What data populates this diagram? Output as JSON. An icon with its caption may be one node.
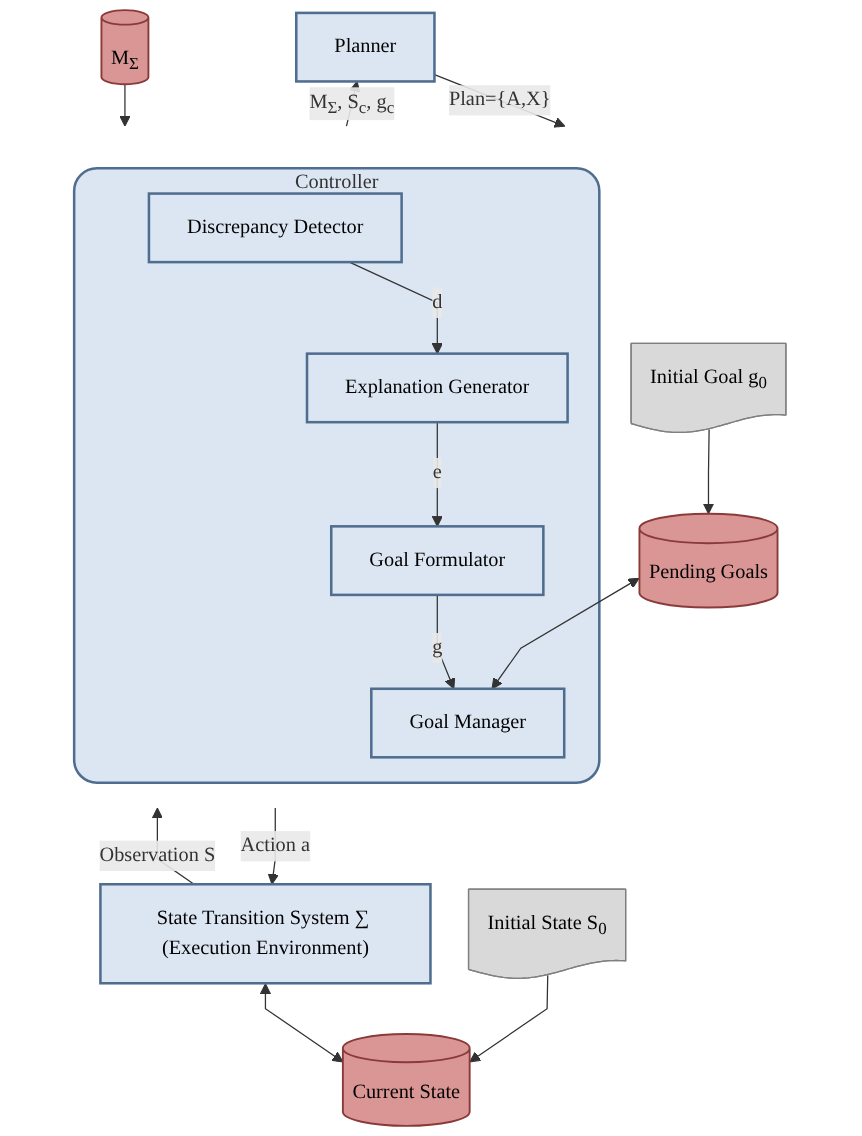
{
  "diagram": {
    "nodes": [
      {
        "text": [
          "Planner"
        ]
      },
      {
        "text": [
          "Controller"
        ]
      },
      {
        "text": [
          "Discrepancy Detector"
        ],
        "in": 1
      },
      {
        "text": [
          "Explanation Generator"
        ],
        "in": 1
      },
      {
        "text": [
          "Goal Manager"
        ],
        "in": 1
      },
      {
        "text": [
          "Goal Formulator"
        ],
        "in": 1
      },
      {
        "text": [
          "M$_{Σ}$"
        ]
      },
      {
        "text": [
          "Pending Goals"
        ]
      },
      {
        "text": [
          "Initial Goal g$_{0}$"
        ]
      },
      {
        "text": [
          "State Transition System ∑ (Execution Environment)"
        ]
      },
      {
        "text": [
          "Initial State S$_{0}$"
        ]
      },
      {
        "text": [
          "Current State"
        ]
      }
    ],
    "edges": [
      {
        "from": 0,
        "to": 1,
        "arrow": "to",
        "label": "Plan={A,X}"
      },
      {
        "from": 1,
        "to": 0,
        "arrow": "to",
        "label": "M$_{Σ}$, S$_{c}$, g$_{c}$"
      },
      {
        "from": 6,
        "to": 1,
        "arrow": "to"
      },
      {
        "from": 2,
        "to": 3,
        "arrow": "to",
        "label": "d"
      },
      {
        "from": 3,
        "to": 5,
        "arrow": "to",
        "label": "e"
      },
      {
        "from": 5,
        "to": 4,
        "arrow": "to",
        "label": "g"
      },
      {
        "from": 7,
        "to": 4,
        "arrow": "both"
      },
      {
        "from": 8,
        "to": 7,
        "arrow": "to"
      },
      {
        "from": 1,
        "to": 9,
        "arrow": "to",
        "label": "Action a"
      },
      {
        "from": 9,
        "to": 1,
        "arrow": "to",
        "label": "Observation S"
      },
      {
        "from": 9,
        "to": 11,
        "arrow": "both"
      },
      {
        "from": 10,
        "to": 11,
        "arrow": "to"
      }
    ]
  }
}
